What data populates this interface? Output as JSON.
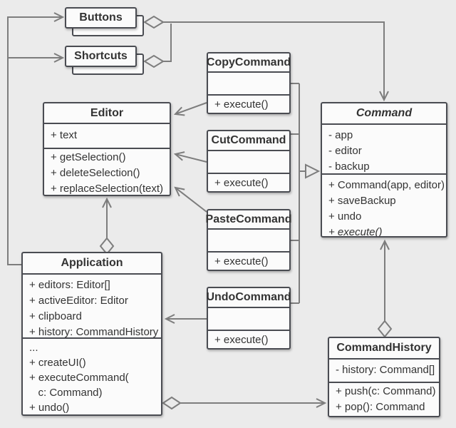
{
  "diagram": {
    "title": "Command pattern class diagram",
    "colors": {
      "background": "#ebebeb",
      "box_fill": "#fbfbfb",
      "border": "#4a4c52",
      "line": "#7d7d7d",
      "text": "#333333"
    }
  },
  "classes": {
    "buttons": {
      "name": "Buttons"
    },
    "shortcuts": {
      "name": "Shortcuts"
    },
    "editor": {
      "name": "Editor",
      "attributes": [
        "+ text"
      ],
      "methods": [
        "+ getSelection()",
        "+ deleteSelection()",
        "+ replaceSelection(text)"
      ]
    },
    "copy_command": {
      "name": "CopyCommand",
      "attributes": [],
      "methods": [
        "+ execute()"
      ]
    },
    "cut_command": {
      "name": "CutCommand",
      "attributes": [],
      "methods": [
        "+ execute()"
      ]
    },
    "paste_command": {
      "name": "PasteCommand",
      "attributes": [],
      "methods": [
        "+ execute()"
      ]
    },
    "undo_command": {
      "name": "UndoCommand",
      "attributes": [],
      "methods": [
        "+ execute()"
      ]
    },
    "command": {
      "name": "Command",
      "abstract": true,
      "attributes": [
        "- app",
        "- editor",
        "- backup"
      ],
      "methods": [
        "+ Command(app, editor)",
        "+ saveBackup",
        "+ undo",
        "+ execute()"
      ],
      "abstract_methods": [
        "+ execute()"
      ]
    },
    "application": {
      "name": "Application",
      "attributes": [
        "+ editors: Editor[]",
        "+ activeEditor: Editor",
        "+ clipboard",
        "+ history: CommandHistory"
      ],
      "methods": [
        "...",
        "+ createUI()",
        "+ executeCommand(",
        "   c: Command)",
        "+ undo()"
      ]
    },
    "command_history": {
      "name": "CommandHistory",
      "attributes": [
        "- history: Command[]"
      ],
      "methods": [
        "+ push(c: Command)",
        "+ pop(): Command"
      ]
    }
  },
  "relationships": [
    {
      "type": "association",
      "from": "Application",
      "to": "Buttons"
    },
    {
      "type": "association",
      "from": "Application",
      "to": "Shortcuts"
    },
    {
      "type": "aggregation",
      "container": "Buttons",
      "of": "Command"
    },
    {
      "type": "aggregation",
      "container": "Shortcuts",
      "of": "Command"
    },
    {
      "type": "inheritance",
      "parent": "Command",
      "children": [
        "CopyCommand",
        "CutCommand",
        "PasteCommand",
        "UndoCommand"
      ]
    },
    {
      "type": "association",
      "from": "CopyCommand",
      "to": "Editor"
    },
    {
      "type": "association",
      "from": "CutCommand",
      "to": "Editor"
    },
    {
      "type": "association",
      "from": "PasteCommand",
      "to": "Editor"
    },
    {
      "type": "association",
      "from": "UndoCommand",
      "to": "Application"
    },
    {
      "type": "aggregation",
      "container": "Application",
      "of": "Editor"
    },
    {
      "type": "aggregation",
      "container": "Application",
      "of": "CommandHistory"
    },
    {
      "type": "aggregation",
      "container": "CommandHistory",
      "of": "Command"
    }
  ]
}
